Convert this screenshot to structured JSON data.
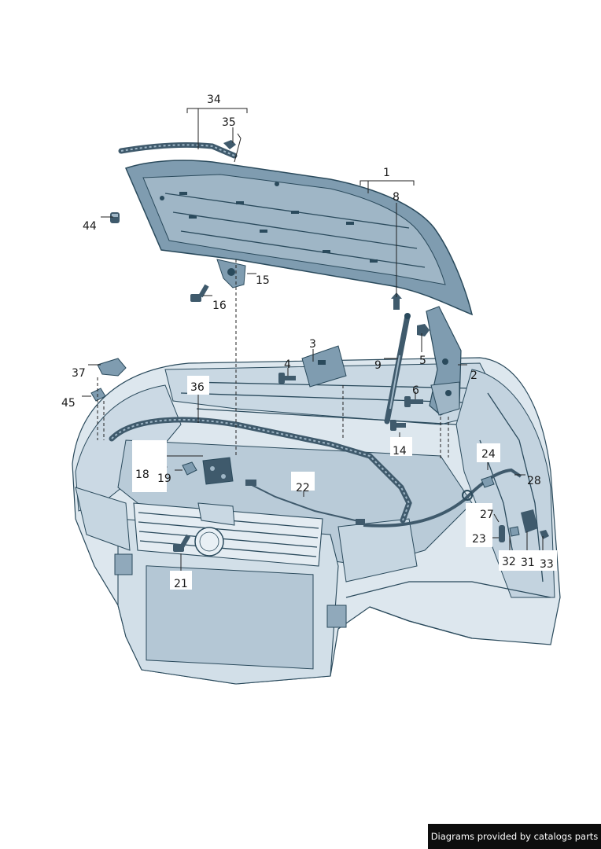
{
  "callouts": {
    "c1": "1",
    "c2": "2",
    "c3": "3",
    "c4": "4",
    "c5": "5",
    "c6": "6",
    "c8": "8",
    "c9": "9",
    "c14": "14",
    "c15": "15",
    "c16": "16",
    "c18": "18",
    "c19": "19",
    "c21": "21",
    "c22": "22",
    "c23": "23",
    "c24": "24",
    "c27": "27",
    "c28": "28",
    "c31": "31",
    "c32": "32",
    "c33": "33",
    "c34": "34",
    "c35": "35",
    "c36": "36",
    "c37": "37",
    "c44": "44",
    "c45": "45"
  },
  "credit": "Diagrams provided by catalogs parts",
  "colors": {
    "body_fill": "#dde7ee",
    "body_shade": "#b9cbd8",
    "hood_fill": "#7f9cb0",
    "hood_inner": "#9fb6c6",
    "part_dark": "#3f5a6c",
    "line": "#2a4a5c"
  }
}
